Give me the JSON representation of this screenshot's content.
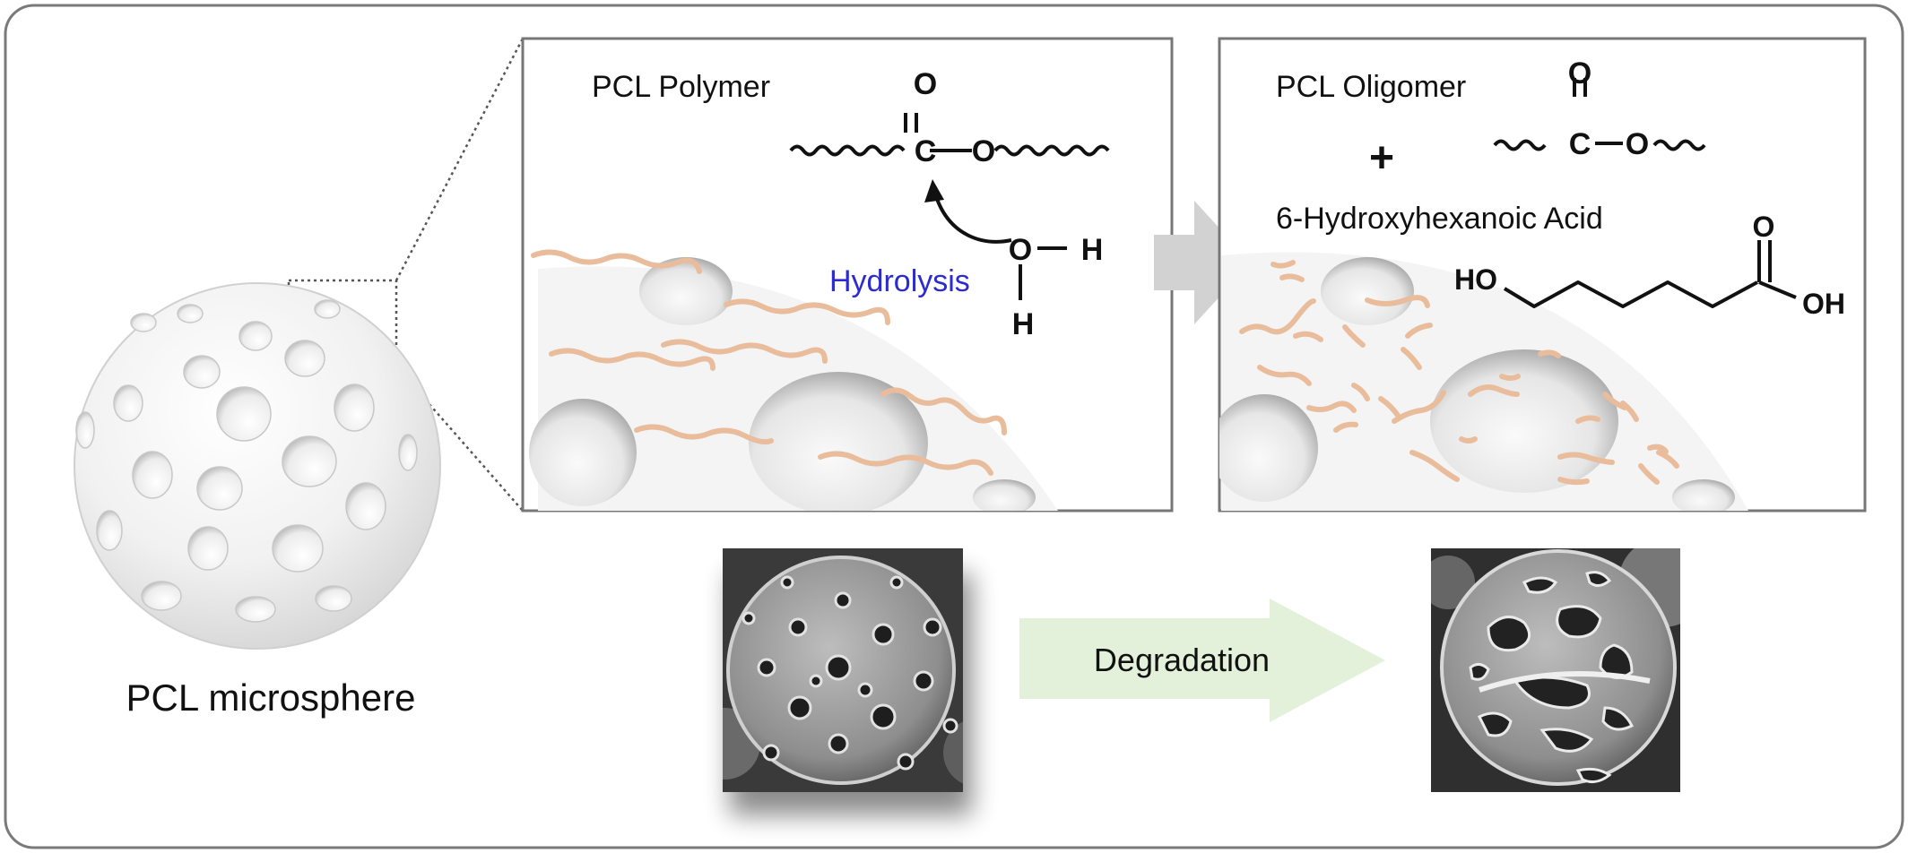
{
  "microsphere": {
    "label": "PCL microsphere"
  },
  "left_panel": {
    "title": "PCL Polymer",
    "reaction_label": "Hydrolysis",
    "atoms": {
      "carbonyl_O": "O",
      "carbon": "C",
      "ester_O": "O",
      "water_O": "O",
      "water_H1": "H",
      "water_H2": "H"
    }
  },
  "right_panel": {
    "title": "PCL Oligomer",
    "plus": "+",
    "acid_name": "6-Hydroxyhexanoic Acid",
    "atoms": {
      "carbonyl_O": "O",
      "carbon": "C",
      "ester_O": "O",
      "acid_carbonyl_O": "O"
    },
    "acid_groups": {
      "hydroxyl": "HO",
      "acid_hydroxyl": "OH"
    }
  },
  "process": {
    "arrow_label": "Degradation"
  },
  "colors": {
    "frame": "#777777",
    "chain": "#e9bd9c",
    "hydrolysis_text": "#2b2bd0",
    "panel_arrow": "#d2d2d2",
    "degradation_arrow": "#e3f0da"
  }
}
